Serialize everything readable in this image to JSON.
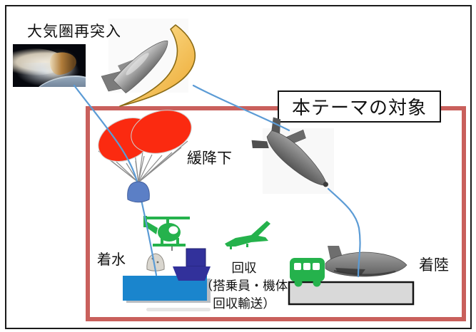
{
  "labels": {
    "reentry": "大気圏再突入",
    "theme_scope": "本テーマの対象",
    "slow_descent": "緩降下",
    "splashdown": "着水",
    "recovery_title": "回収",
    "recovery_detail_1": "（搭乗員・機体",
    "recovery_detail_2": "回収輸送）",
    "runway_landing": "着陸"
  },
  "colors": {
    "scope-border": "#c9605c",
    "path-blue": "#5b9bd5",
    "parachute-red": "#fb2a10",
    "capsule-blue": "#5b7fc6",
    "vehicle-green": "#25b24c",
    "ship-navy": "#32319b",
    "water-blue": "#1a85cd",
    "runway-gray": "#d9d9d9",
    "crescent-gold-light": "#ffe9a0",
    "crescent-gold-dark": "#eca72f",
    "plane-gray": "#7f7f7f"
  },
  "icons": {
    "reentry-capsule-photo": "photo of capsule re-entering atmosphere",
    "atmosphere-crescent-icon": "gold crescent arc of atmosphere",
    "spaceplane-reentry-icon": "gray spaceplane climbing past atmosphere arc",
    "parachutes-icon": "two red parachute canopies",
    "descent-capsule-icon": "blue capsule under parachutes",
    "helicopter-icon": "green rescue helicopter",
    "airplane-icon": "green fixed-wing aircraft",
    "ship-icon": "navy recovery ship",
    "floating-capsule-icon": "capsule floating on water",
    "water-surface": "blue sea rectangle",
    "bus-icon": "green ground-transport bus",
    "runway-surface": "gray runway strip",
    "spaceplane-descending-icon": "gray spaceplane descending nose-down",
    "spaceplane-landed-icon": "gray spaceplane rolling out on runway",
    "flight-path-line": "blue trajectory curve"
  }
}
